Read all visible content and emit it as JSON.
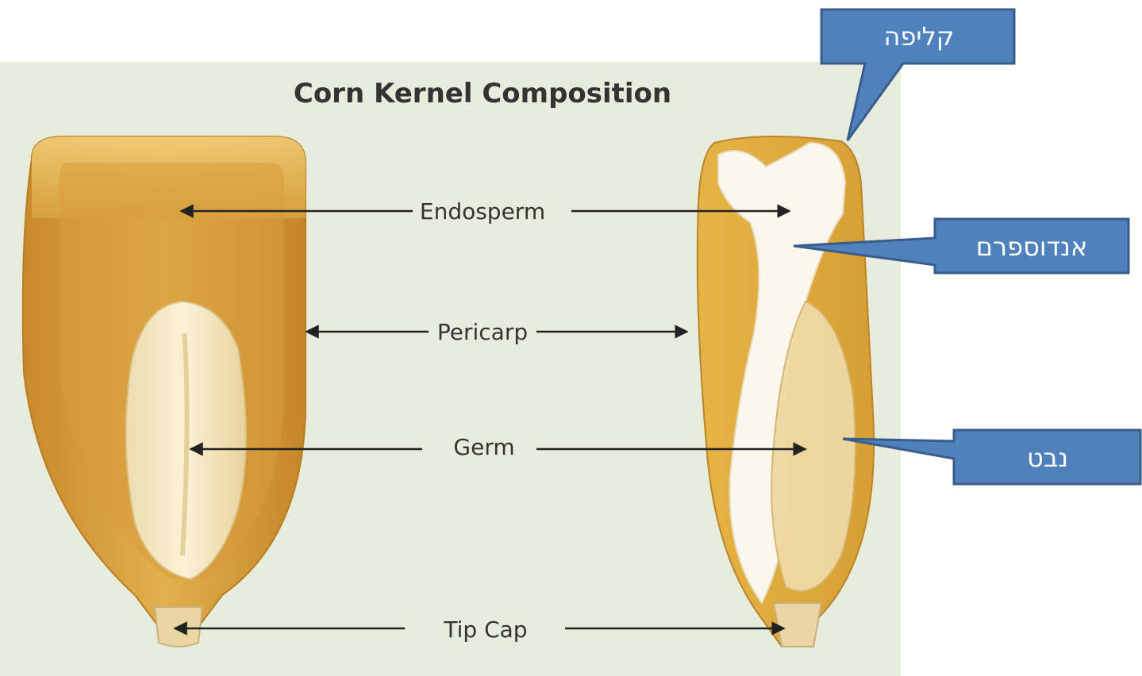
{
  "diagram": {
    "title": "Corn Kernel Composition",
    "parts": {
      "endosperm": "Endosperm",
      "pericarp": "Pericarp",
      "germ": "Germ",
      "tip_cap": "Tip Cap"
    }
  },
  "callouts": {
    "hull": "קליפה",
    "endosperm": "אנדוספרם",
    "germ": "נבט"
  },
  "colors": {
    "background_panel": "#e8ecdc",
    "callout_fill": "#4f81bd",
    "callout_stroke": "#385d8a",
    "callout_text": "#ffffff",
    "kernel_gold": "#d9a33e",
    "endosperm_white": "#fbf7ec"
  }
}
